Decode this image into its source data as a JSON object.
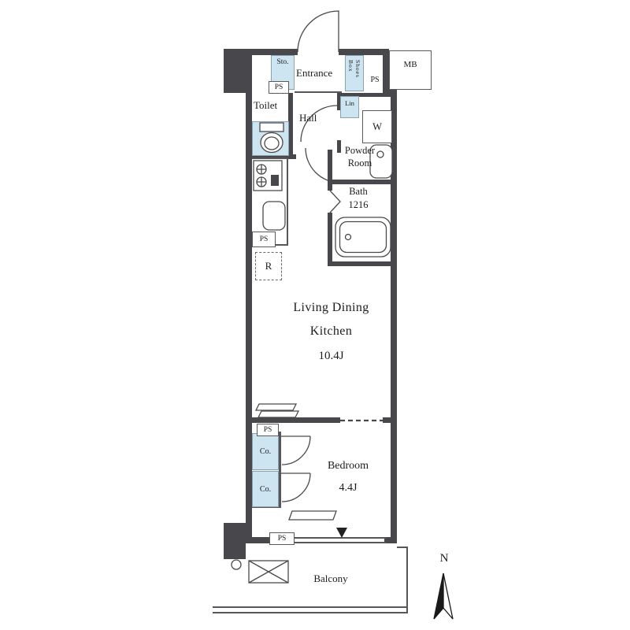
{
  "colors": {
    "wall": "#47474c",
    "wet_area_fill": "#cde4f1",
    "line": "#4a4a4a",
    "background": "#ffffff"
  },
  "rooms": {
    "entrance": "Entrance",
    "hall": "Hall",
    "toilet": "Toilet",
    "powder_room": "Powder Room",
    "bath": "Bath",
    "bath_size": "1216",
    "ldk_line1": "Living Dining",
    "ldk_line2": "Kitchen",
    "ldk_size": "10.4J",
    "bedroom": "Bedroom",
    "bedroom_size": "4.4J",
    "balcony": "Balcony"
  },
  "fixtures": {
    "storage": "Sto.",
    "shoes_box": "Shoes Box",
    "meter_box": "MB",
    "linen": "Lin",
    "washer": "W",
    "refrigerator": "R",
    "closet_upper": "Co.",
    "closet_lower": "Co."
  },
  "shafts": {
    "ps_entrance": "PS",
    "ps_toilet": "PS",
    "ps_kitchen": "PS",
    "ps_bedroom": "PS",
    "ps_bottom_wall": "PS"
  },
  "compass": {
    "north_label": "N"
  }
}
